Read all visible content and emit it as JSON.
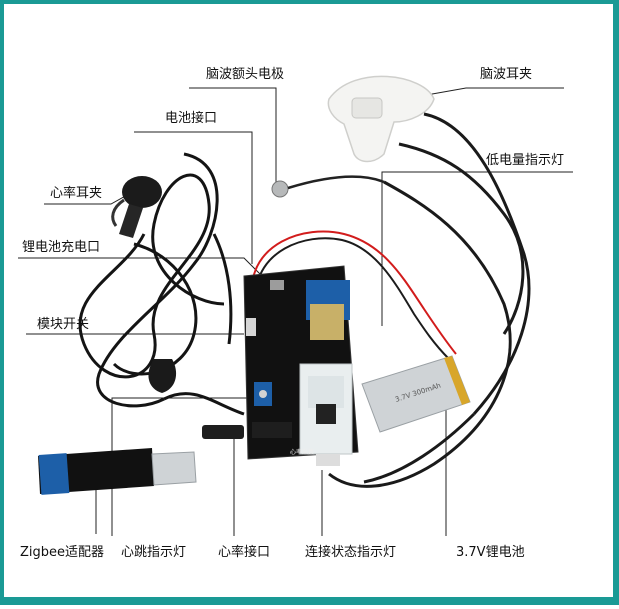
{
  "labels": {
    "eeg_forehead_electrode": "脑波额头电极",
    "eeg_ear_clip": "脑波耳夹",
    "battery_port": "电池接口",
    "low_battery_led": "低电量指示灯",
    "heart_rate_ear_clip": "心率耳夹",
    "lithium_charging_port": "锂电池充电口",
    "module_switch": "模块开关",
    "zigbee_adapter": "Zigbee适配器",
    "heartbeat_led": "心跳指示灯",
    "heart_rate_port": "心率接口",
    "connection_status_led": "连接状态指示灯",
    "battery_37v": "3.7V锂电池"
  },
  "board_silkscreen": "心率采集",
  "battery_print": "3.7V 300mAh",
  "colors": {
    "frame": "#1a9a95",
    "pcb": "#111111",
    "wire_red": "#d21c1c",
    "wire_black": "#1c1c1c",
    "battery_gold": "#d8a62a",
    "battery_silver": "#cfd3d6",
    "zigbee_blue": "#1d5fa8",
    "module_white": "#e9eeef"
  }
}
